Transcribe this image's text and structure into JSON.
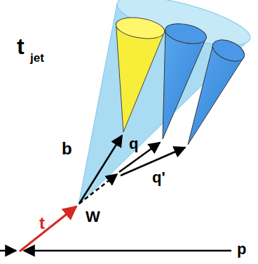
{
  "diagram": {
    "labels": [
      "t",
      "jet",
      "b",
      "q",
      "q'",
      "W",
      "t",
      "p"
    ]
  }
}
